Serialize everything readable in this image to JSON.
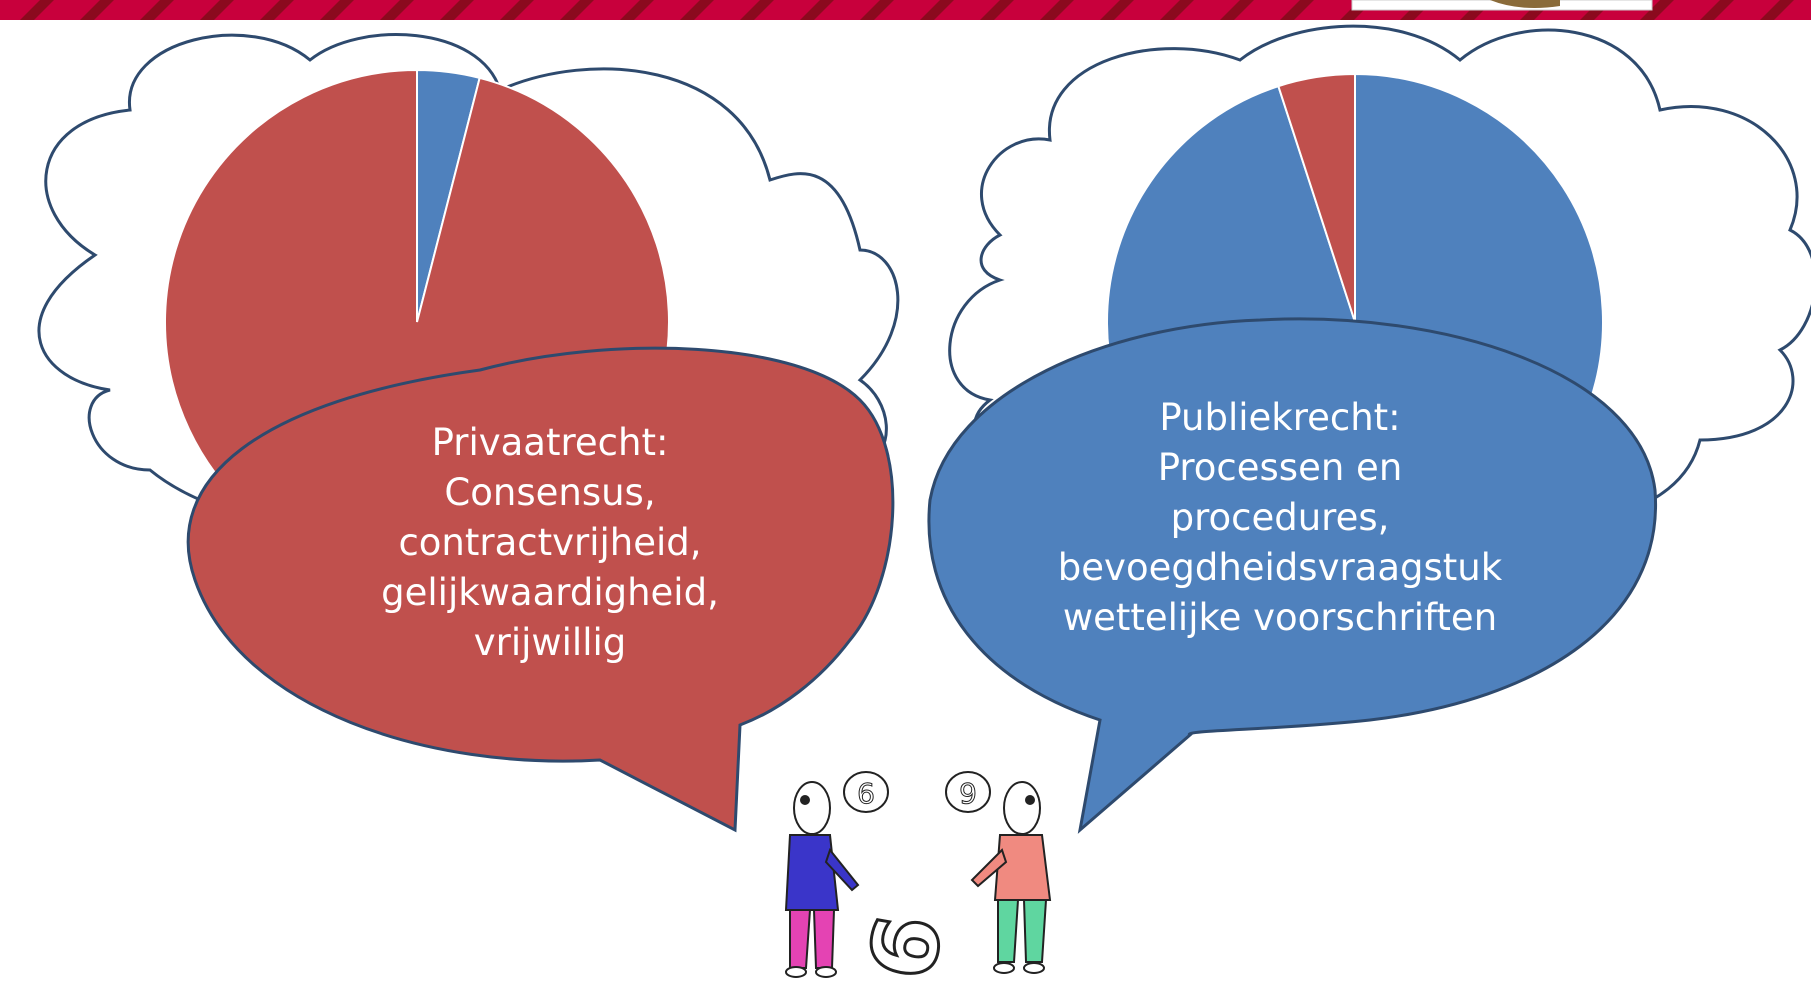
{
  "colors": {
    "header_band": "#C8003C",
    "header_stripe": "#8B0A1E",
    "privaat": "#C0504D",
    "publiek": "#4F81BD",
    "cloud_outline": "#2E4A6E"
  },
  "left_bubble": {
    "lines": [
      "Privaatrecht:",
      "Consensus,",
      "contractvrijheid,",
      "gelijkwaardigheid,",
      "vrijwillig"
    ]
  },
  "right_bubble": {
    "lines": [
      "Publiekrecht:",
      "Processen en",
      "procedures,",
      "bevoegdheidsvraagstuk",
      "wettelijke voorschriften"
    ]
  },
  "pies": [
    {
      "slices": [
        {
          "name": "",
          "value": 4,
          "color": "#4F81BD"
        },
        {
          "name": "",
          "value": 96,
          "color": "#C0504D"
        }
      ]
    },
    {
      "slices": [
        {
          "name": "",
          "value": 95,
          "color": "#4F81BD"
        },
        {
          "name": "",
          "value": 5,
          "color": "#C0504D"
        }
      ]
    }
  ],
  "cartoon": {
    "left_bubble_digit": "6",
    "right_bubble_digit": "9",
    "floor_digit": "6"
  }
}
